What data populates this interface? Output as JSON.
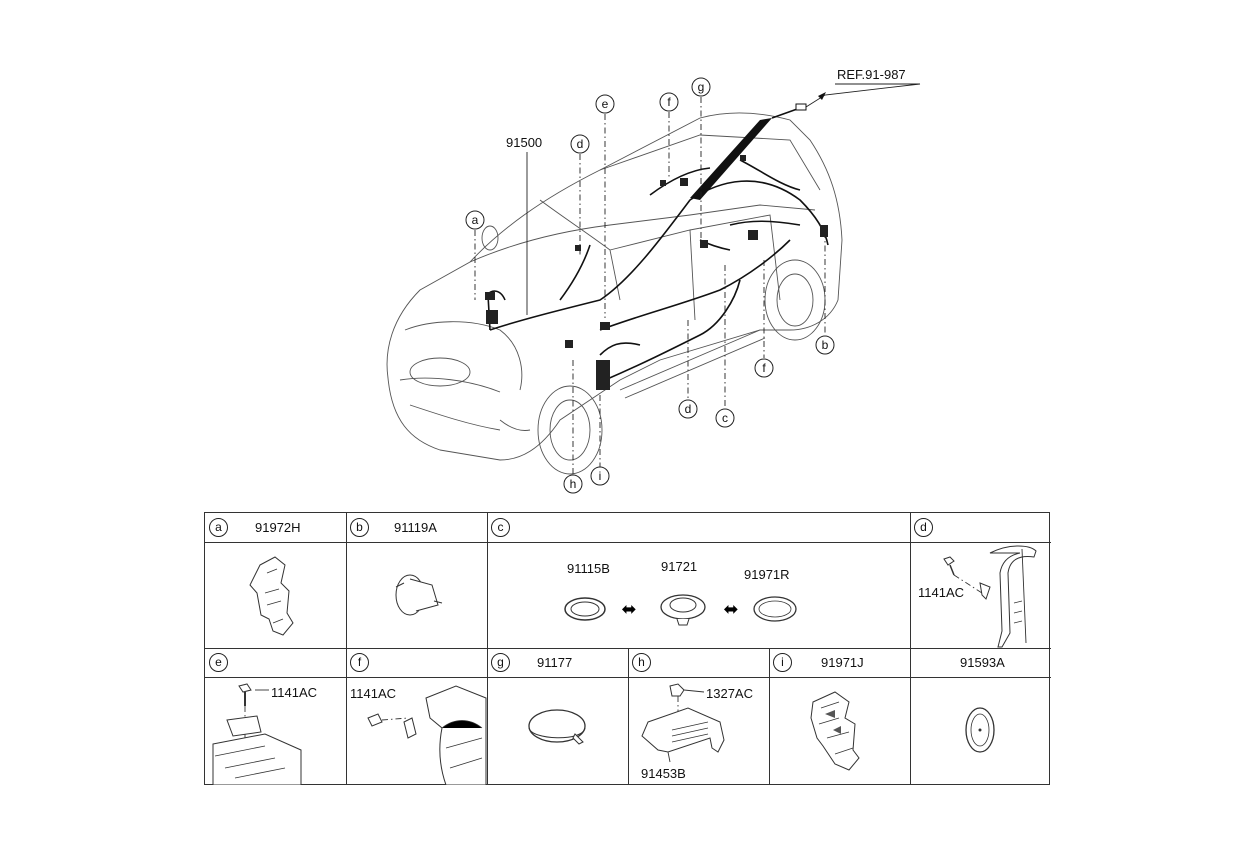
{
  "diagram": {
    "ref_label": "REF.91-987",
    "main_part": "91500",
    "callouts": {
      "a": "a",
      "b": "b",
      "c": "c",
      "d1": "d",
      "d2": "d",
      "e": "e",
      "f1": "f",
      "f2": "f",
      "g": "g",
      "h": "h",
      "i": "i"
    }
  },
  "legend": {
    "a": {
      "letter": "a",
      "part": "91972H"
    },
    "b": {
      "letter": "b",
      "part": "91119A"
    },
    "c": {
      "letter": "c",
      "parts": [
        "91115B",
        "91721",
        "91971R"
      ]
    },
    "d": {
      "letter": "d",
      "parts": [
        "1141AC"
      ]
    },
    "e": {
      "letter": "e",
      "parts": [
        "1141AC"
      ]
    },
    "f": {
      "letter": "f",
      "parts": [
        "1141AC"
      ]
    },
    "g": {
      "letter": "g",
      "part": "91177"
    },
    "h": {
      "letter": "h",
      "parts": [
        "1327AC",
        "91453B"
      ]
    },
    "i": {
      "letter": "i",
      "part": "91971J"
    },
    "extra": {
      "part": "91593A"
    }
  }
}
